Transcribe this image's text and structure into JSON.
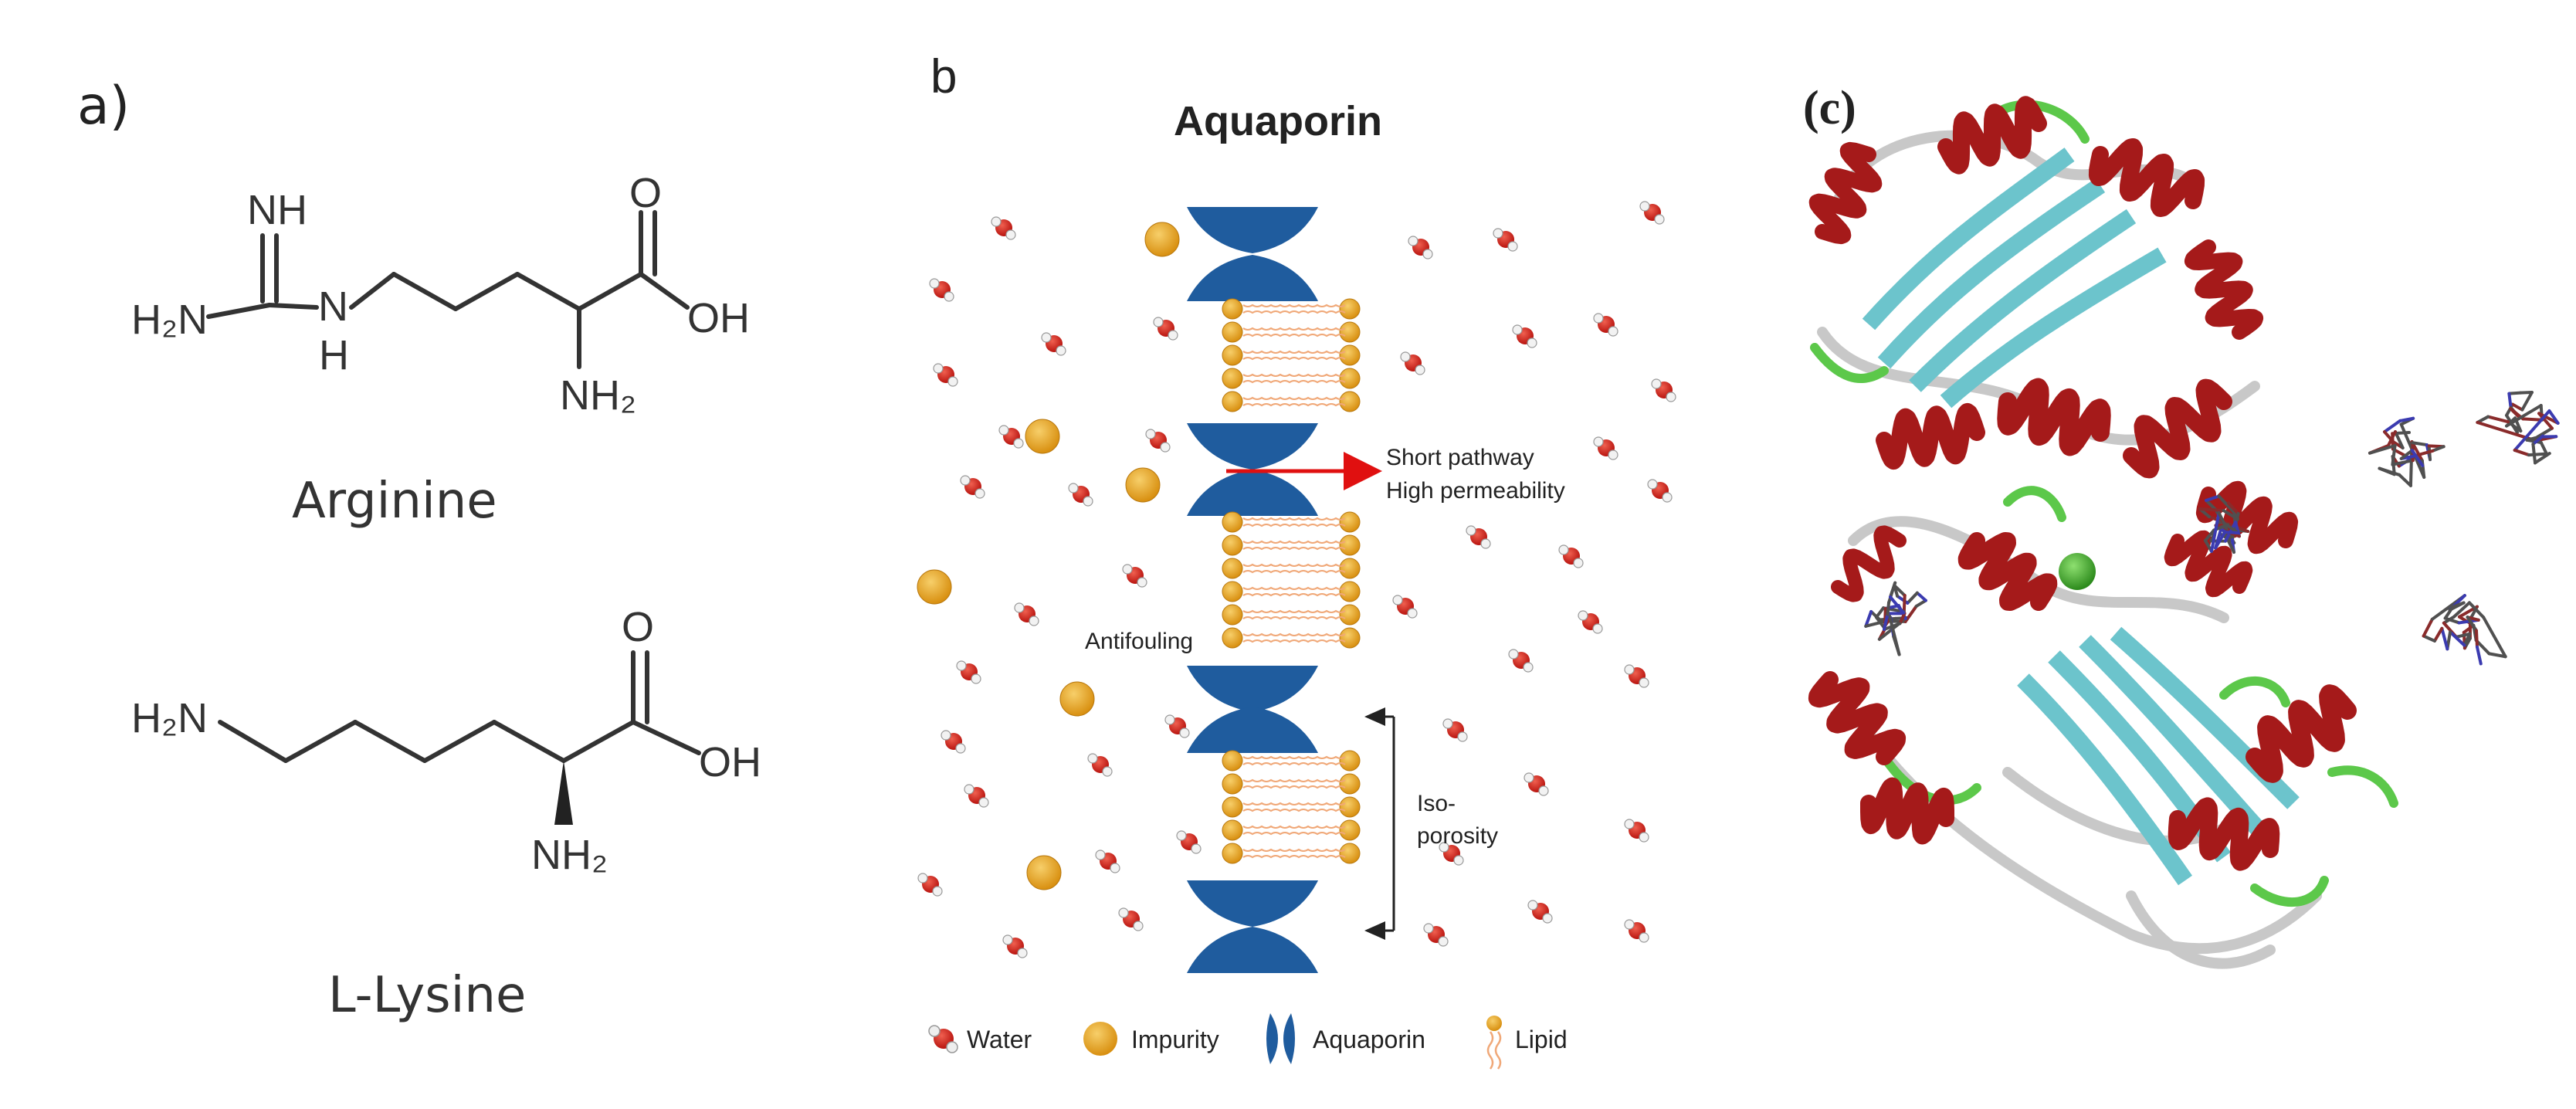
{
  "panel_a": {
    "label": "a)",
    "arginine": {
      "name": "Arginine",
      "atoms": {
        "nh_top": "NH",
        "h2n_left": "H₂N",
        "n_mid": "N",
        "h_mid": "H",
        "o": "O",
        "oh": "OH",
        "nh2": "NH₂"
      }
    },
    "lysine": {
      "name": "L-Lysine",
      "atoms": {
        "h2n_left": "H₂N",
        "o": "O",
        "oh": "OH",
        "nh2": "NH₂"
      }
    }
  },
  "panel_b": {
    "label": "b",
    "title": "Aquaporin",
    "annotations": {
      "short_pathway": "Short pathway",
      "high_permeability": "High permeability",
      "antifouling": "Antifouling",
      "iso_line1": "Iso-",
      "iso_line2": "porosity"
    },
    "legend": {
      "water": "Water",
      "impurity": "Impurity",
      "aquaporin": "Aquaporin",
      "lipid": "Lipid"
    },
    "colors": {
      "water_oxygen": "#d9211c",
      "impurity": "#e8a21c",
      "aquaporin": "#1f5c9e",
      "lipid_tail": "#f0a878",
      "arrow": "#e01010"
    }
  },
  "panel_c": {
    "label": "(c)",
    "colors": {
      "helix": "#a51a1a",
      "sheet": "#6cc4cc",
      "turn": "#5cc84a",
      "coil": "#c8c8c8",
      "ion": "#3c9a2a"
    }
  }
}
